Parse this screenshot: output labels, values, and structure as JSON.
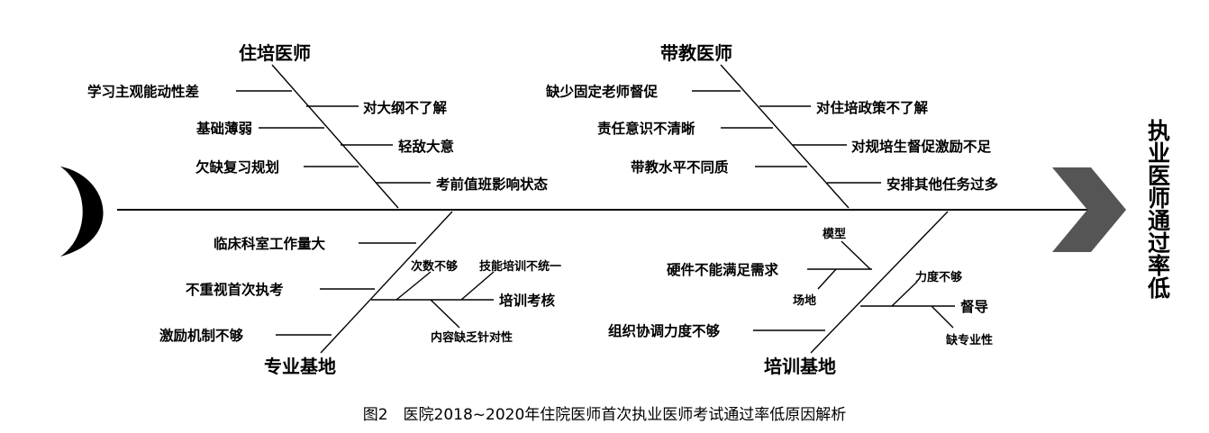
{
  "diagram": {
    "result": "执业医师通过率低",
    "categories": {
      "zhupei": {
        "label": "住培医师",
        "left_causes": [
          "学习主观能动性差",
          "基础薄弱",
          "欠缺复习规划"
        ],
        "right_causes": [
          "对大纲不了解",
          "轻敌大意",
          "考前值班影响状态"
        ]
      },
      "daijiao": {
        "label": "带教医师",
        "left_causes": [
          "缺少固定老师督促",
          "责任意识不清晰",
          "带教水平不同质"
        ],
        "right_causes": [
          "对住培政策不了解",
          "对规培生督促激励不足",
          "安排其他任务过多"
        ]
      },
      "zhuanye": {
        "label": "专业基地",
        "left_causes": [
          "临床科室工作量大",
          "不重视首次执考",
          "激励机制不够"
        ],
        "sub_branch": {
          "label": "培训考核",
          "subs": [
            "次数不够",
            "技能培训不统一",
            "内容缺乏针对性"
          ]
        }
      },
      "peixun": {
        "label": "培训基地",
        "branch1": {
          "label": "硬件不能满足需求",
          "subs": [
            "模型",
            "场地"
          ]
        },
        "branch2": {
          "label": "组织协调力度不够"
        },
        "sub_branch": {
          "label": "督导",
          "subs": [
            "力度不够",
            "缺专业性"
          ]
        }
      }
    }
  },
  "caption": "图2　医院2018~2020年住院医师首次执业医师考试通过率低原因解析"
}
